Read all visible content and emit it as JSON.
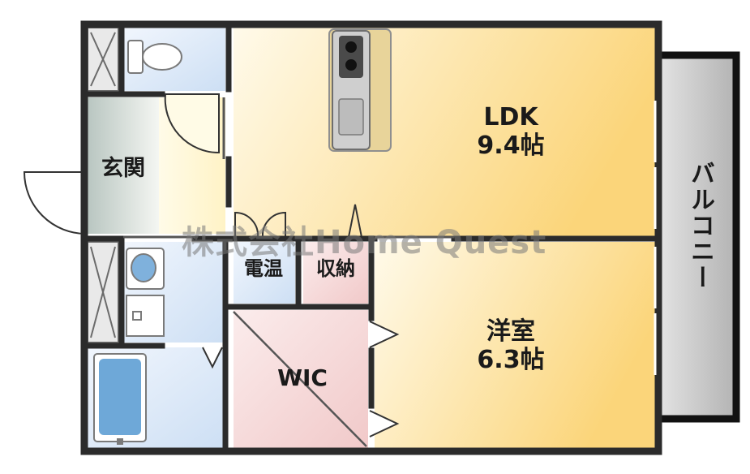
{
  "rooms": {
    "ldk": {
      "name": "LDK",
      "size": "9.4帖"
    },
    "yoshitsu": {
      "name": "洋室",
      "size": "6.3帖"
    },
    "genkan": "玄関",
    "denon": "電温",
    "shuno": "収納",
    "wic": "WIC",
    "balcony": "バルコニー"
  },
  "watermark": "株式会社Home Quest",
  "colors": {
    "wall": "#2b2b2b",
    "room_warm_light": "#fff7dc",
    "room_warm_dark": "#fbd77d",
    "wet_area": "#dbe8f7",
    "wic_pink": "#f6d6d6",
    "balcony_grey": "#bfbfbf"
  }
}
